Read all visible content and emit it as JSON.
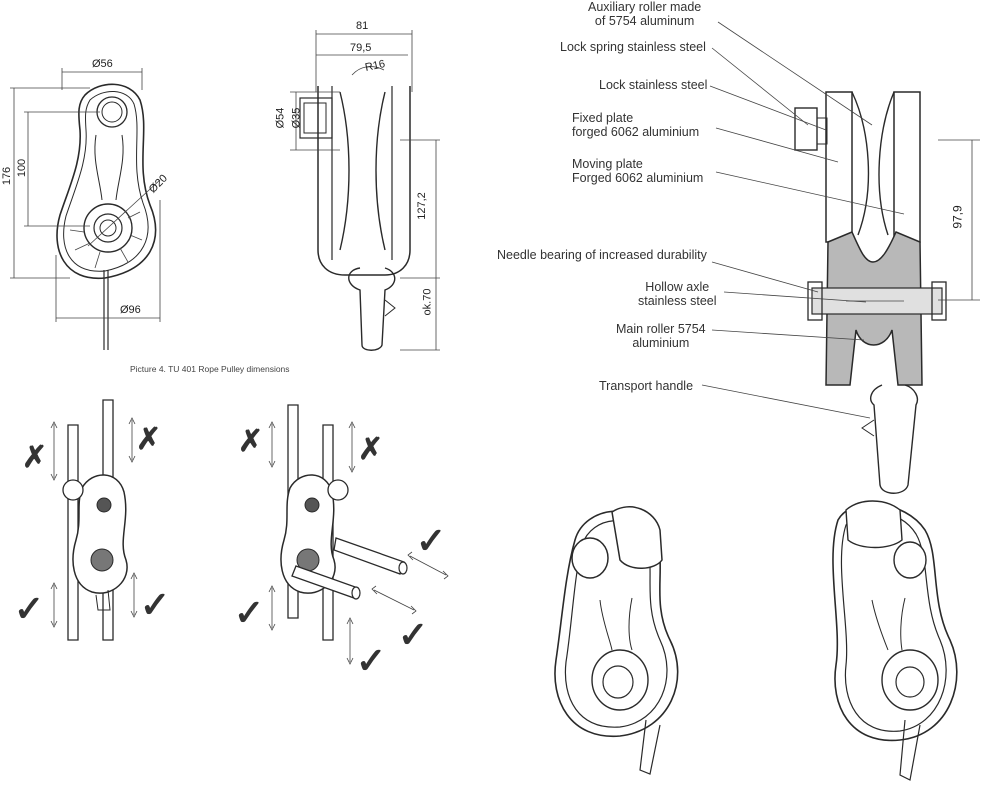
{
  "dimensions": {
    "d56": "Ø56",
    "h176": "176",
    "h100": "100",
    "d20": "Ø20",
    "d96": "Ø96",
    "w81": "81",
    "w79_5": "79,5",
    "r16": "R16",
    "d54": "Ø54",
    "d35": "Ø35",
    "h127_2": "127,2",
    "ok70": "ok.70",
    "h97_9": "97,9"
  },
  "caption": "Picture 4. TU 401 Rope Pulley dimensions",
  "components": [
    {
      "line1": "Auxiliary roller made",
      "line2": "of 5754 aluminum"
    },
    {
      "line1": "Lock spring stainless steel",
      "line2": ""
    },
    {
      "line1": "Lock stainless steel",
      "line2": ""
    },
    {
      "line1": "Fixed plate",
      "line2": "forged 6062 aluminium"
    },
    {
      "line1": "Moving plate",
      "line2": "Forged 6062 aluminium"
    },
    {
      "line1": "Needle bearing of increased durability",
      "line2": ""
    },
    {
      "line1": "Hollow axle",
      "line2": "stainless steel"
    },
    {
      "line1": "Main roller 5754",
      "line2": "aluminium"
    },
    {
      "line1": "Transport handle",
      "line2": ""
    }
  ],
  "usage_marks": {
    "wrong": "✗",
    "right": "✓"
  }
}
